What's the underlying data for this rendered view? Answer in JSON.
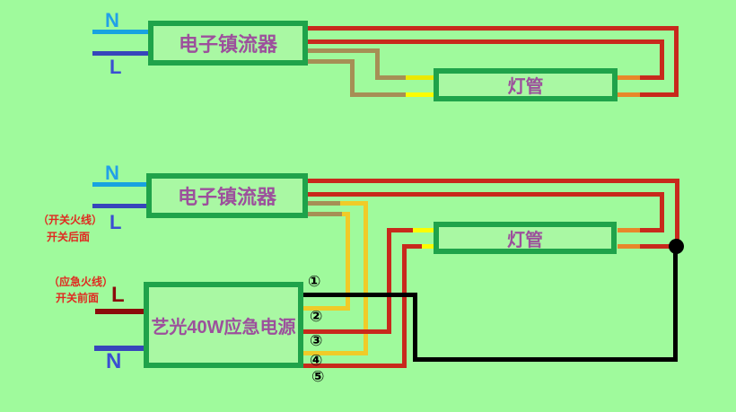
{
  "diagram": {
    "boxes": {
      "ballast1": {
        "label": "电子镇流器"
      },
      "ballast2": {
        "label": "电子镇流器"
      },
      "lamp1": {
        "label": "灯管"
      },
      "lamp2": {
        "label": "灯管"
      },
      "emergency": {
        "label": "艺光40W应急电源"
      }
    },
    "terminals": {
      "ballast1_n": "N",
      "ballast1_l": "L",
      "ballast2_n": "N",
      "ballast2_l": "L",
      "emergency_l": "L",
      "emergency_n": "N"
    },
    "annotations": {
      "switch_live_paren": "（开关火线）",
      "switch_live_sub": "开关后面",
      "emergency_live_paren": "（应急火线）",
      "emergency_live_sub": "开关前面"
    },
    "pin_numbers": [
      "①",
      "②",
      "③",
      "④",
      "⑤"
    ],
    "colors": {
      "background": "#9ffa9c",
      "box_fill": "#a9f8a3",
      "box_border": "#1fa34a",
      "box_text": "#9c509c",
      "wire_red": "#c8291c",
      "wire_tan": "#a68f55",
      "wire_yellow": "#ebe800",
      "wire_yellow_bright": "#fcfc00",
      "wire_gold": "#f0cb28",
      "wire_orange": "#e8872a",
      "wire_cyan": "#18a2e0",
      "wire_blue": "#3745bb",
      "wire_maroon": "#8b0b0b",
      "wire_black": "#000000",
      "label_red": "#e02a20",
      "label_cyan": "#22a0e8",
      "label_blue": "#3a4ed2",
      "label_maroon": "#8b0b0b"
    }
  }
}
